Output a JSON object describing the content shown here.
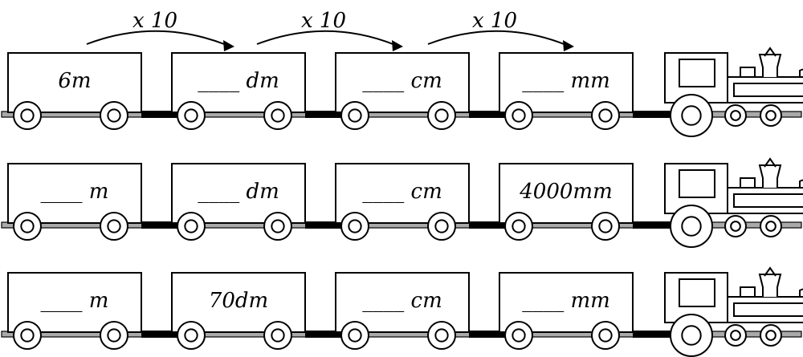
{
  "arrows": [
    {
      "label": "x 10"
    },
    {
      "label": "x 10"
    },
    {
      "label": "x 10"
    }
  ],
  "trains": [
    {
      "cars": [
        {
          "text": "6m"
        },
        {
          "text": "____ dm"
        },
        {
          "text": "____ cm"
        },
        {
          "text": "____ mm"
        }
      ]
    },
    {
      "cars": [
        {
          "text": "____ m"
        },
        {
          "text": "____ dm"
        },
        {
          "text": "____ cm"
        },
        {
          "text": "4000mm"
        }
      ]
    },
    {
      "cars": [
        {
          "text": "____ m"
        },
        {
          "text": "70dm"
        },
        {
          "text": "____ cm"
        },
        {
          "text": "____ mm"
        }
      ]
    }
  ]
}
